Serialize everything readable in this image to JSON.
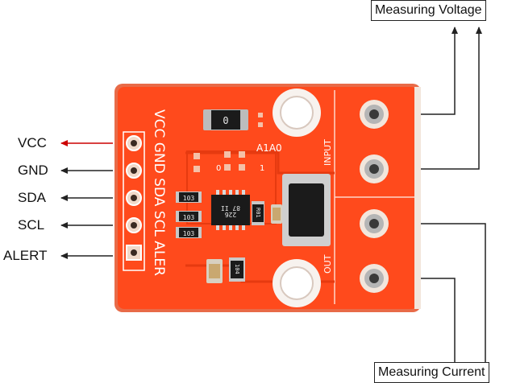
{
  "pins": [
    {
      "label": "VCC",
      "arrow_color": "#cc0000"
    },
    {
      "label": "GND",
      "arrow_color": "#222222"
    },
    {
      "label": "SDA",
      "arrow_color": "#222222"
    },
    {
      "label": "SCL",
      "arrow_color": "#222222"
    },
    {
      "label": "ALERT",
      "arrow_color": "#222222"
    }
  ],
  "callouts": {
    "voltage": "Measuring Voltage",
    "current": "Measuring Current"
  },
  "board": {
    "color": "#ff4a1c",
    "silkscreen_pins": "VCC GND SDA SCL ALER",
    "input_label": "INPUT",
    "output_label": "OUT",
    "address_label": "A1A0",
    "addr_zero": "0",
    "addr_one": "1",
    "resistor_labels": [
      "103",
      "103",
      "103"
    ],
    "shunt_label": "R01",
    "small_resistor_label": "104",
    "top_chip_label": "0",
    "ic_marking_1": "87 II",
    "ic_marking_2": "226"
  }
}
